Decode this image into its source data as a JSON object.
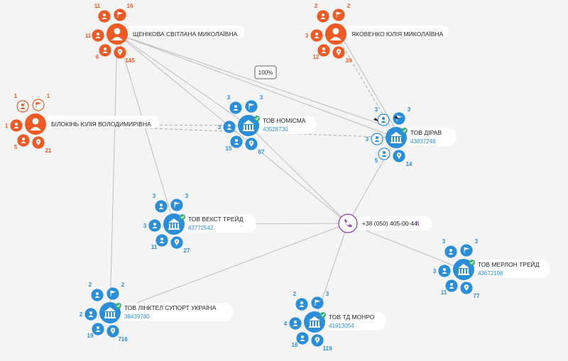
{
  "colors": {
    "person": "#ee5a24",
    "company": "#2a8fd8",
    "phone": "#9b59b6",
    "edge": "#bdbdbd",
    "check": "#3cb371"
  },
  "edge_label": "100%",
  "persons": [
    {
      "id": "p1",
      "name": "ЩЕНІКОВА СВІТЛАНА МИКОЛАЇВНА",
      "counts": {
        "tl": "11",
        "tr": "16",
        "l": "11",
        "bl": "6",
        "br": "145"
      }
    },
    {
      "id": "p2",
      "name": "ЯКОВЕНКО ЮЛІЯ МИКОЛАЇВНА",
      "counts": {
        "tl": "2",
        "tr": "2",
        "l": "3",
        "bl": "12",
        "br": "39"
      }
    },
    {
      "id": "p3",
      "name": "БІЛОКІНЬ ЮЛІЯ ВОЛОДИМИРІВНА",
      "counts": {
        "tl": "1",
        "tr": "1",
        "l": "1",
        "bl": "5",
        "br": "21"
      }
    }
  ],
  "companies": [
    {
      "id": "c1",
      "name": "ТОВ НОМІСМА",
      "code": "43528730",
      "counts": {
        "tl": "3",
        "tr": "3",
        "l": "3",
        "bl": "15",
        "br": "67"
      }
    },
    {
      "id": "c2",
      "name": "ТОВ ДІРАВ",
      "code": "43837248",
      "counts": {
        "tl": "3",
        "tr": "3",
        "l": "3",
        "bl": "5",
        "br": "14"
      }
    },
    {
      "id": "c3",
      "name": "ТОВ ВЕКСТ ТРЕЙД",
      "code": "43772542",
      "counts": {
        "tl": "3",
        "tr": "3",
        "l": "3",
        "bl": "11",
        "br": "27"
      }
    },
    {
      "id": "c4",
      "name": "ТОВ МЕРЛОН ТРЕЙД",
      "code": "43672198",
      "counts": {
        "tl": "3",
        "tr": "3",
        "l": "3",
        "bl": "11",
        "br": "77"
      }
    },
    {
      "id": "c5",
      "name": "ТОВ ЛІНКТЕЛ СУПОРТ УКРАЇНА",
      "code": "38439780",
      "counts": {
        "tl": "2",
        "tr": "2",
        "l": "2",
        "bl": "19",
        "br": "716"
      }
    },
    {
      "id": "c6",
      "name": "ТОВ ТД МОНРО",
      "code": "41913054",
      "counts": {
        "tl": "2",
        "tr": "3",
        "l": "4",
        "bl": "16",
        "br": "119"
      }
    }
  ],
  "phone": {
    "number": "+38 (050) 405-00-44",
    "count": "6"
  }
}
